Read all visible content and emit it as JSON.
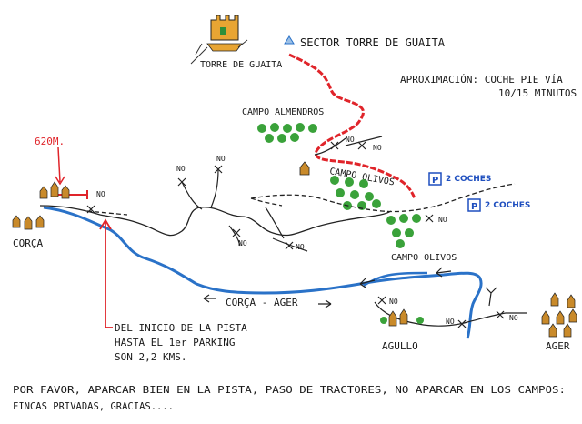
{
  "sector_label": "SECTOR TORRE DE GUAITA",
  "castle_label": "TORRE DE GUAITA",
  "approach": {
    "line1": "APROXIMACIÓN: COCHE PIE VÍA",
    "line2": "10/15 MINUTOS"
  },
  "altitude_label": "620M.",
  "places": {
    "corca": "CORÇA",
    "ager": "AGER",
    "agullo": "AGULLO",
    "road": "CORÇA - AGER"
  },
  "fields": {
    "almendros": "CAMPO ALMENDROS",
    "olivos_upper": "CAMPO OLIVOS",
    "olivos_lower": "CAMPO OLIVOS"
  },
  "parking": {
    "symbol": "P",
    "p1": "2 COCHES",
    "p2": "2 COCHES"
  },
  "no_label": "NO",
  "distance_note": {
    "line1": "DEL INICIO DE LA PISTA",
    "line2": "HASTA EL 1er PARKING",
    "line3": "SON 2,2 KMS."
  },
  "footer": {
    "line1": "POR FAVOR, APARCAR BIEN EN LA PISTA, PASO DE TRACTORES, NO APARCAR EN LOS CAMPOS:",
    "line2": "FINCAS PRIVADAS, GRACIAS...."
  },
  "colors": {
    "river": "#2a72c8",
    "approach_path": "#e0242a",
    "parking": "#1f4fbf",
    "tree": "#3aa23a",
    "house": "#c98a2a"
  }
}
